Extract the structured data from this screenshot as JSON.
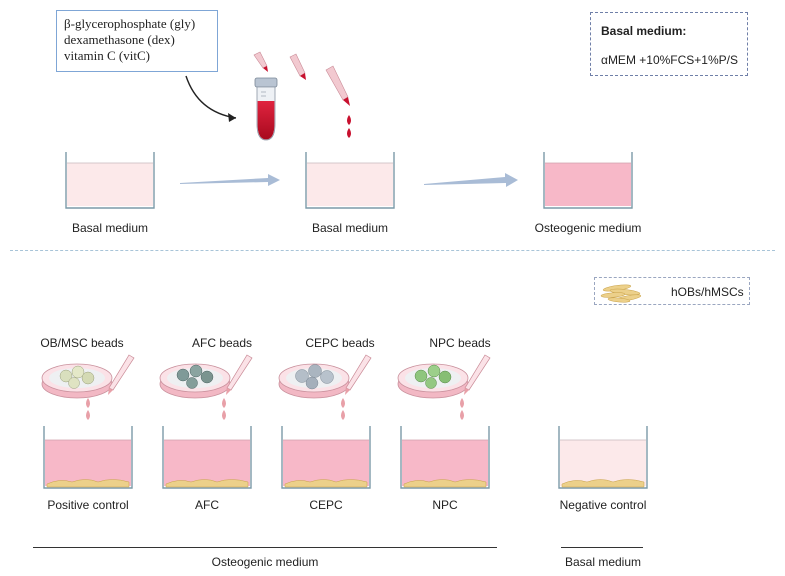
{
  "supplements": {
    "lines": [
      "β-glycerophosphate (gly)",
      "dexamethasone (dex)",
      "vitamin C (vitC)"
    ]
  },
  "basal_medium_box": {
    "title": "Basal medium",
    "colon": ":",
    "formula": "αMEM +10%FCS+1%P/S"
  },
  "top_row": {
    "labels": [
      "Basal medium",
      "Basal medium",
      "Osteogenic medium"
    ]
  },
  "legend": {
    "label": "hOBs/hMSCs"
  },
  "beads": {
    "labels": [
      "OB/MSC beads",
      "AFC beads",
      "CEPC beads",
      "NPC beads"
    ]
  },
  "wells": {
    "labels": [
      "Positive control",
      "AFC",
      "CEPC",
      "NPC",
      "Negative control"
    ]
  },
  "groups": {
    "osteogenic": "Osteogenic medium",
    "basal": "Basal medium"
  },
  "colors": {
    "light_medium": "#fce9ea",
    "osteogenic_medium": "#f7b8c8",
    "blood_red": "#c8102e",
    "drop_pink": "#e8a0a8",
    "arrow": "#a9bcd6",
    "cells": "#e8c97a",
    "dish": "#f4c7cf"
  }
}
